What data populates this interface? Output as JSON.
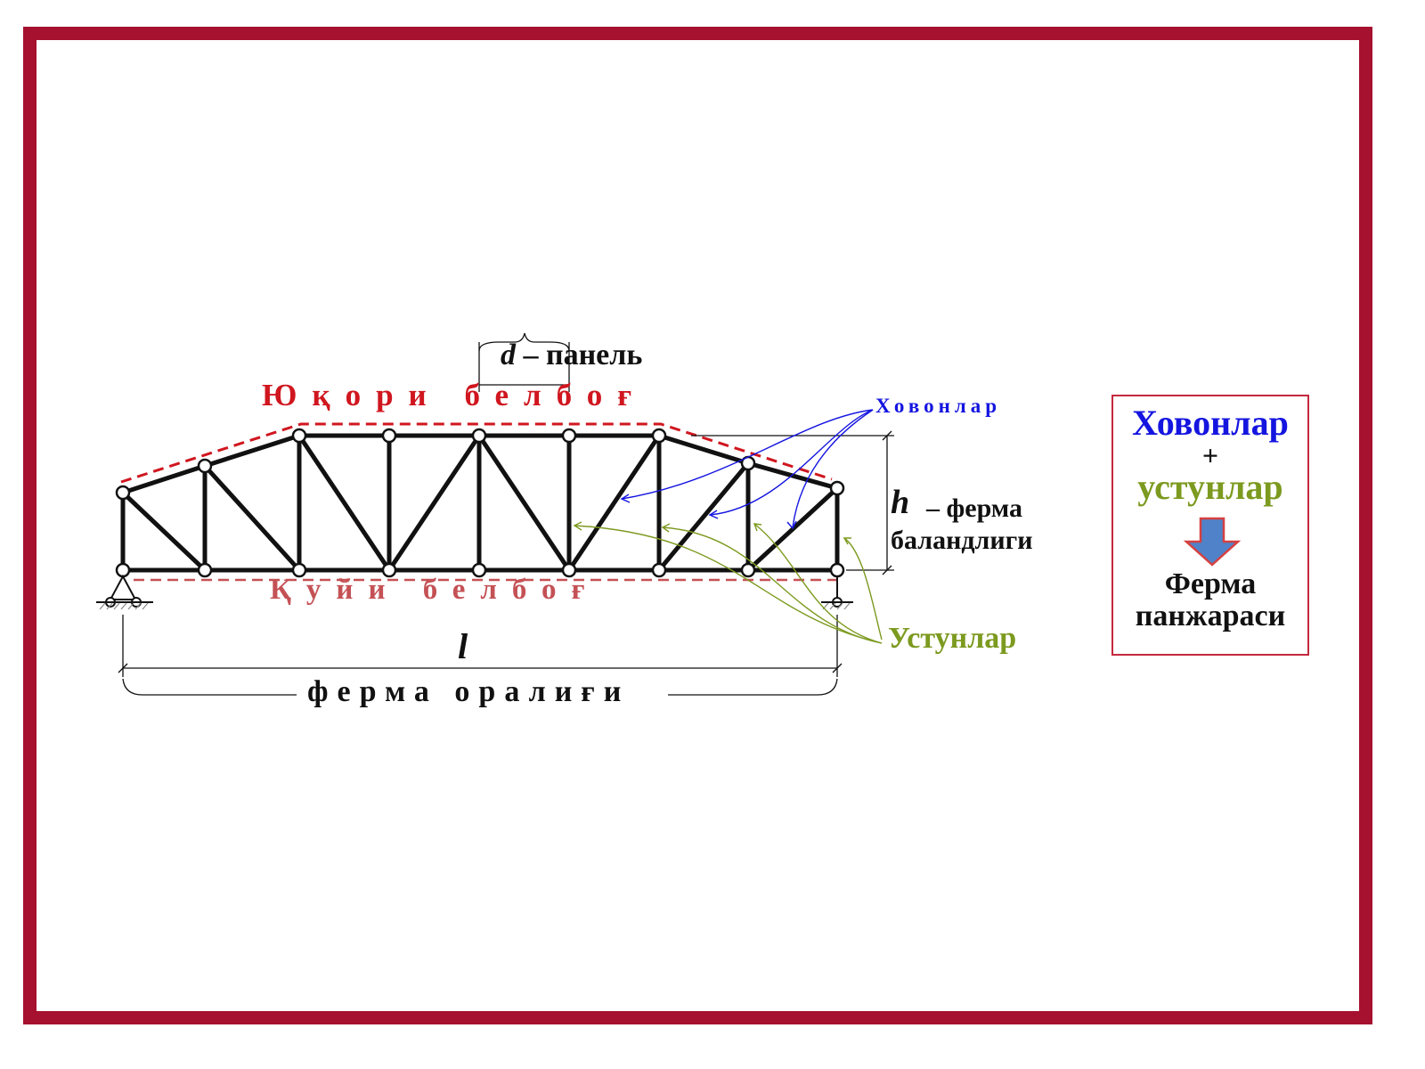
{
  "colors": {
    "frame": "#A5112E",
    "top_chord_text": "#D0161F",
    "bottom_chord_text": "#C45155",
    "diagonals": "#1515E0",
    "verticals": "#7C9A1F",
    "arrow_fill": "#4F82C8",
    "arrow_outline": "#D64040"
  },
  "diagram": {
    "top_chord_label": "Юқори белбоғ",
    "bottom_chord_label": "Қуйи белбоғ",
    "panel": {
      "symbol": "d",
      "text": "– панель"
    },
    "diagonals_label": "Ховонлар",
    "height": {
      "symbol": "h",
      "text_line1": "– ферма",
      "text_line2": "баландлиги"
    },
    "verticals_label": "Устунлар",
    "span": {
      "symbol": "l",
      "text": "ферма оралиғи"
    }
  },
  "summary_box": {
    "diagonals": "Ховонлар",
    "plus": "+",
    "verticals": "устунлар",
    "arrow_icon": "down-arrow-icon",
    "result_line1": "Ферма",
    "result_line2": "панжараси"
  }
}
